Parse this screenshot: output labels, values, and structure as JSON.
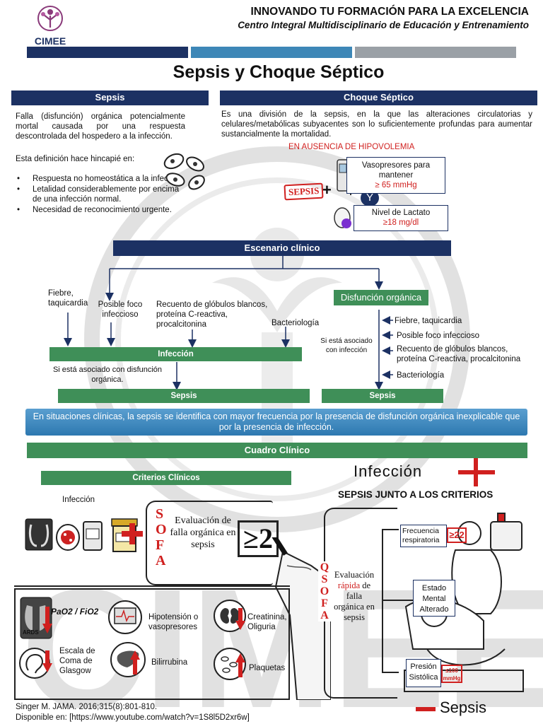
{
  "header": {
    "logo_text": "CIMEE",
    "logo_tagline": "Innovando tu formación para la excelencia",
    "title_line1": "INNOVANDO TU FORMACIÓN PARA LA EXCELENCIA",
    "title_line2": "Centro Integral Multidisciplinario de Educación y Entrenamiento",
    "colors": {
      "navy": "#1c3163",
      "blue": "#3d87b7",
      "gray": "#9aa0a6"
    }
  },
  "main_title": "Sepsis y Choque Séptico",
  "sepsis": {
    "heading": "Sepsis",
    "definition": "Falla (disfunción) orgánica potencialmente mortal causada por una respuesta descontrolada del hospedero a la infección.",
    "emphasis_intro": "Esta definición hace hincapié en:",
    "bullets": [
      "Respuesta no homeostática a la infección.",
      "Letalidad considerablemente por encima de una infección normal.",
      "Necesidad de reconocimiento urgente."
    ]
  },
  "shock": {
    "heading": "Choque Séptico",
    "definition": "Es una división de la sepsis, en la que las alteraciones circulatorias y celulares/metabólicas subyacentes son lo suficientemente profundas para aumentar sustancialmente la mortalidad.",
    "no_hypovolemia": "EN AUSENCIA DE HIPOVOLEMIA",
    "sepsis_tag": "SEPSIS",
    "plus": "+",
    "and": "Y",
    "vasopressor_line1": "Vasopresores para",
    "vasopressor_line2": "mantener",
    "vasopressor_value": "≥ 65 mmHg",
    "lactate_label": "Nivel de Lactato",
    "lactate_value": "≥18 mg/dl"
  },
  "scenario": {
    "heading": "Escenario clínico",
    "left_items": {
      "fever": "Fiebre, taquicardia",
      "focus": "Posible foco infeccioso",
      "labs": "Recuento de glóbulos blancos, proteína C-reactiva, procalcitonina",
      "bacteriology": "Bacteriología"
    },
    "infection_bar": "Infección",
    "if_organ_dysfunction": "Si está asociado con disfunción orgánica.",
    "sepsis_bar_left": "Sepsis",
    "organ_dysfunction_box": "Disfunción orgánica",
    "if_infection": "Si está asociado con infección",
    "right_items": [
      "Fiebre, taquicardia",
      "Posible foco infeccioso",
      "Recuento de glóbulos blancos, proteína C-reactiva, procalcitonina",
      "Bacteriología"
    ],
    "sepsis_bar_right": "Sepsis"
  },
  "note": "En situaciones clínicas, la sepsis se identifica con mayor frecuencia por la presencia de disfunción orgánica inexplicable que por la presencia de infección.",
  "clinical": {
    "heading": "Cuadro Clínico",
    "criteria_heading": "Criterios Clínicos",
    "infection_label": "Infección",
    "sofa_letters": [
      "S",
      "O",
      "F",
      "A"
    ],
    "evaluation_text": "Evaluación de falla orgánica en sepsis",
    "ge2": "≥2",
    "panel_items": {
      "pao2": "PaO2 / FiO2",
      "ards": "ARDS",
      "hypotension": "Hipotensión o vasopresores",
      "creatinine": "Creatinina, Oliguria",
      "glasgow": "Escala de Coma de Glasgow",
      "bilirubin": "Bilirrubina",
      "platelets": "Plaquetas"
    },
    "right_infection": "Infección",
    "right_title": "SEPSIS JUNTO A LOS CRITERIOS",
    "qsofa_letters": [
      "Q",
      "S",
      "O",
      "F",
      "A"
    ],
    "rapid_eval_pre": "Evaluación",
    "rapid_eval_rapid": "rápida",
    "rapid_eval_post": "de falla orgánica en sepsis",
    "resp_rate": "Frecuencia respiratoria",
    "resp_value": "≥22",
    "mental": "Estado Mental Alterado",
    "pressure": "Presión Sistólica",
    "pressure_value": "≤100 mmHg",
    "sepsis_result": "Sepsis"
  },
  "footer": {
    "citation": "Singer M. JAMA. 2016;315(8):801-810.",
    "source": "Disponible en: [https://www.youtube.com/watch?v=1S8l5D2xr6w]"
  }
}
